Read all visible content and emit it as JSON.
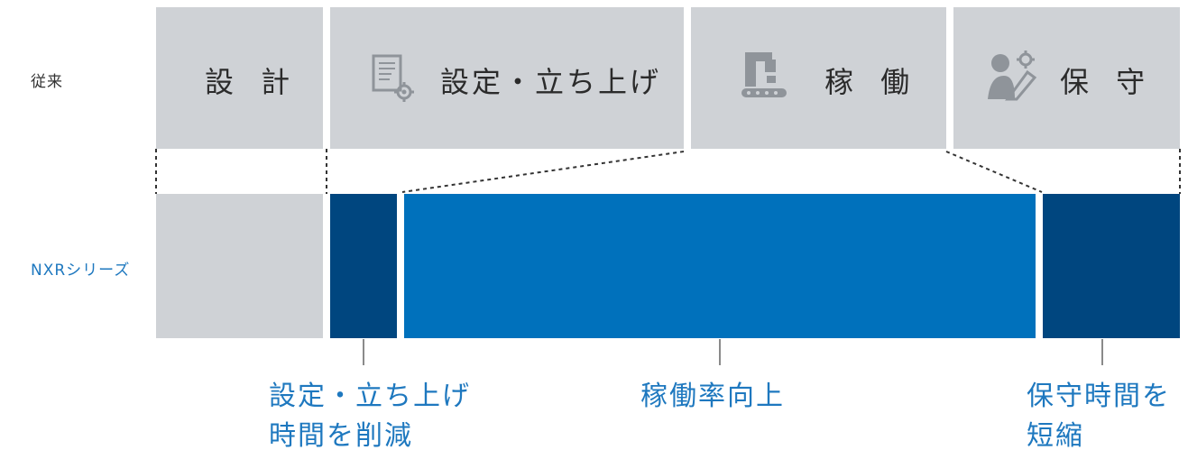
{
  "rows": {
    "conventional": "従来",
    "nxr": "NXRシリーズ"
  },
  "phases": {
    "design": "設 計",
    "setup": "設定・立ち上げ",
    "operation": "稼 働",
    "maintenance": "保 守"
  },
  "icons": {
    "setup": "document-gear-icon",
    "operation": "robot-arm-conveyor-icon",
    "maintenance": "technician-gear-icon"
  },
  "notes": {
    "setup": [
      "設定・立ち上げ",
      "時間を削減"
    ],
    "operation": "稼働率向上",
    "maintenance": [
      "保守時間を",
      "短縮"
    ]
  },
  "colors": {
    "gray": "#cfd2d6",
    "dark_blue": "#00467f",
    "mid_blue": "#0071bc",
    "text_blue": "#1e78bf",
    "icon_gray": "#8f949a"
  }
}
